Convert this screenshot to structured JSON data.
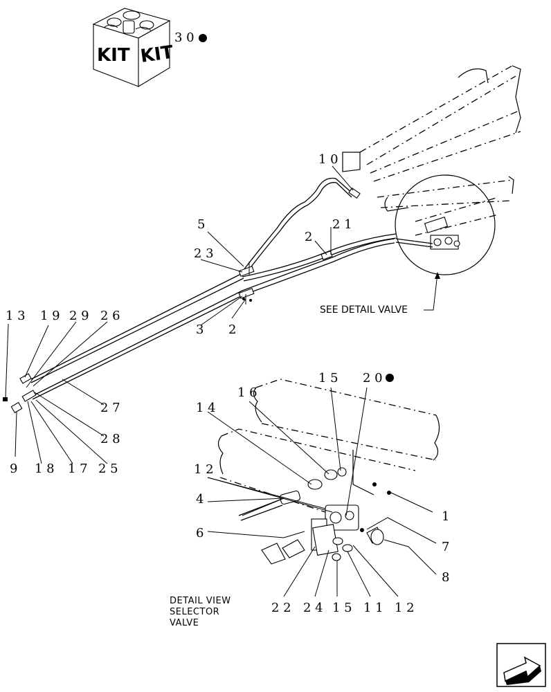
{
  "kit": {
    "label_left": "KIT",
    "label_right": "KIT",
    "callout": "3 0"
  },
  "see_detail": "SEE DETAIL VALVE",
  "detail_caption": [
    "DETAIL VIEW",
    "SELECTOR",
    "VALVE"
  ],
  "nav_icon": "arrow-next-icon",
  "callouts": [
    {
      "id": "c10",
      "text": "1 0"
    },
    {
      "id": "c5",
      "text": "5"
    },
    {
      "id": "c21",
      "text": "2 1"
    },
    {
      "id": "c2a",
      "text": "2"
    },
    {
      "id": "c23",
      "text": "2 3"
    },
    {
      "id": "c3",
      "text": "3"
    },
    {
      "id": "c2b",
      "text": "2"
    },
    {
      "id": "c13",
      "text": "1 3"
    },
    {
      "id": "c19",
      "text": "1 9"
    },
    {
      "id": "c29",
      "text": "2 9"
    },
    {
      "id": "c26",
      "text": "2 6"
    },
    {
      "id": "c27",
      "text": "2 7"
    },
    {
      "id": "c28",
      "text": "2 8"
    },
    {
      "id": "c9",
      "text": "9"
    },
    {
      "id": "c18",
      "text": "1 8"
    },
    {
      "id": "c17",
      "text": "1 7"
    },
    {
      "id": "c25",
      "text": "2 5"
    },
    {
      "id": "c15a",
      "text": "1 5"
    },
    {
      "id": "c20",
      "text": "2 0"
    },
    {
      "id": "c16",
      "text": "1 6"
    },
    {
      "id": "c14",
      "text": "1 4"
    },
    {
      "id": "c12a",
      "text": "1 2"
    },
    {
      "id": "c4",
      "text": "4"
    },
    {
      "id": "c6",
      "text": "6"
    },
    {
      "id": "c1",
      "text": "1"
    },
    {
      "id": "c7",
      "text": "7"
    },
    {
      "id": "c8",
      "text": "8"
    },
    {
      "id": "c22",
      "text": "2 2"
    },
    {
      "id": "c24",
      "text": "2 4"
    },
    {
      "id": "c15b",
      "text": "1 5"
    },
    {
      "id": "c11",
      "text": "1 1"
    },
    {
      "id": "c12b",
      "text": "1 2"
    }
  ]
}
